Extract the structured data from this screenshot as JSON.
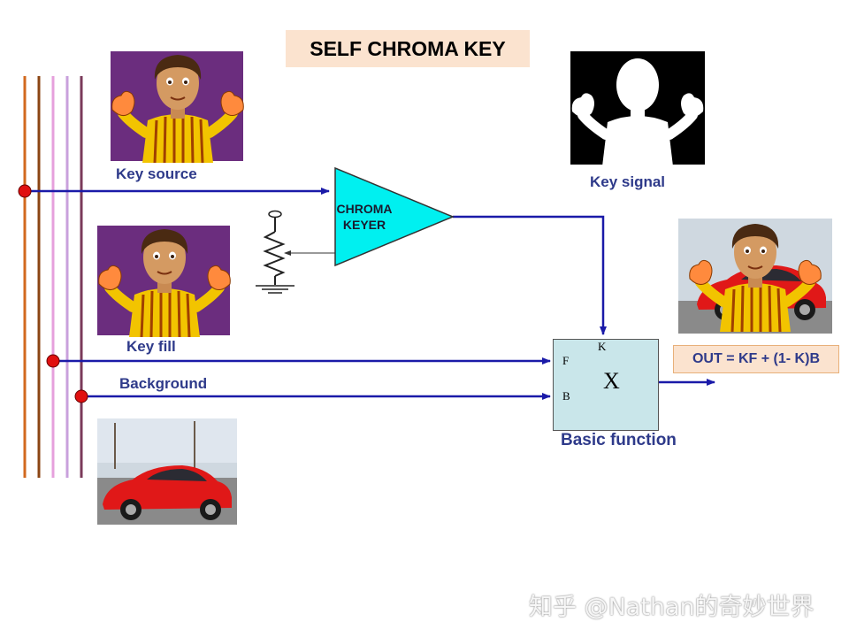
{
  "title": "SELF CHROMA KEY",
  "labels": {
    "key_source": "Key source",
    "key_signal": "Key signal",
    "key_fill": "Key fill",
    "background": "Background",
    "basic_function": "Basic function"
  },
  "keyer": {
    "line1": "CHROMA",
    "line2": "KEYER"
  },
  "mixer": {
    "port_k": "K",
    "port_f": "F",
    "port_b": "B",
    "operator": "X"
  },
  "formula": "OUT = KF + (1- K)B",
  "watermark": "知乎 @Nathan的奇妙世界",
  "colors": {
    "signal_line": "#1a1aa8",
    "keyer_fill": "#00f0f0",
    "mixer_fill": "#c9e6ea",
    "title_bg": "#fbe3cf",
    "label_text": "#2e3a8a",
    "crosspoint": "#e01010",
    "purple_bg": "#6b2d7e"
  },
  "bus_colors": [
    "#d2691e",
    "#8b4513",
    "#e6a0dc",
    "#c9a0dc",
    "#7a3a5a"
  ],
  "images": {
    "key_source": "character-on-purple",
    "key_signal": "white-silhouette-on-black",
    "key_fill": "character-on-purple",
    "background": "red-sports-car",
    "output": "character-over-car"
  }
}
